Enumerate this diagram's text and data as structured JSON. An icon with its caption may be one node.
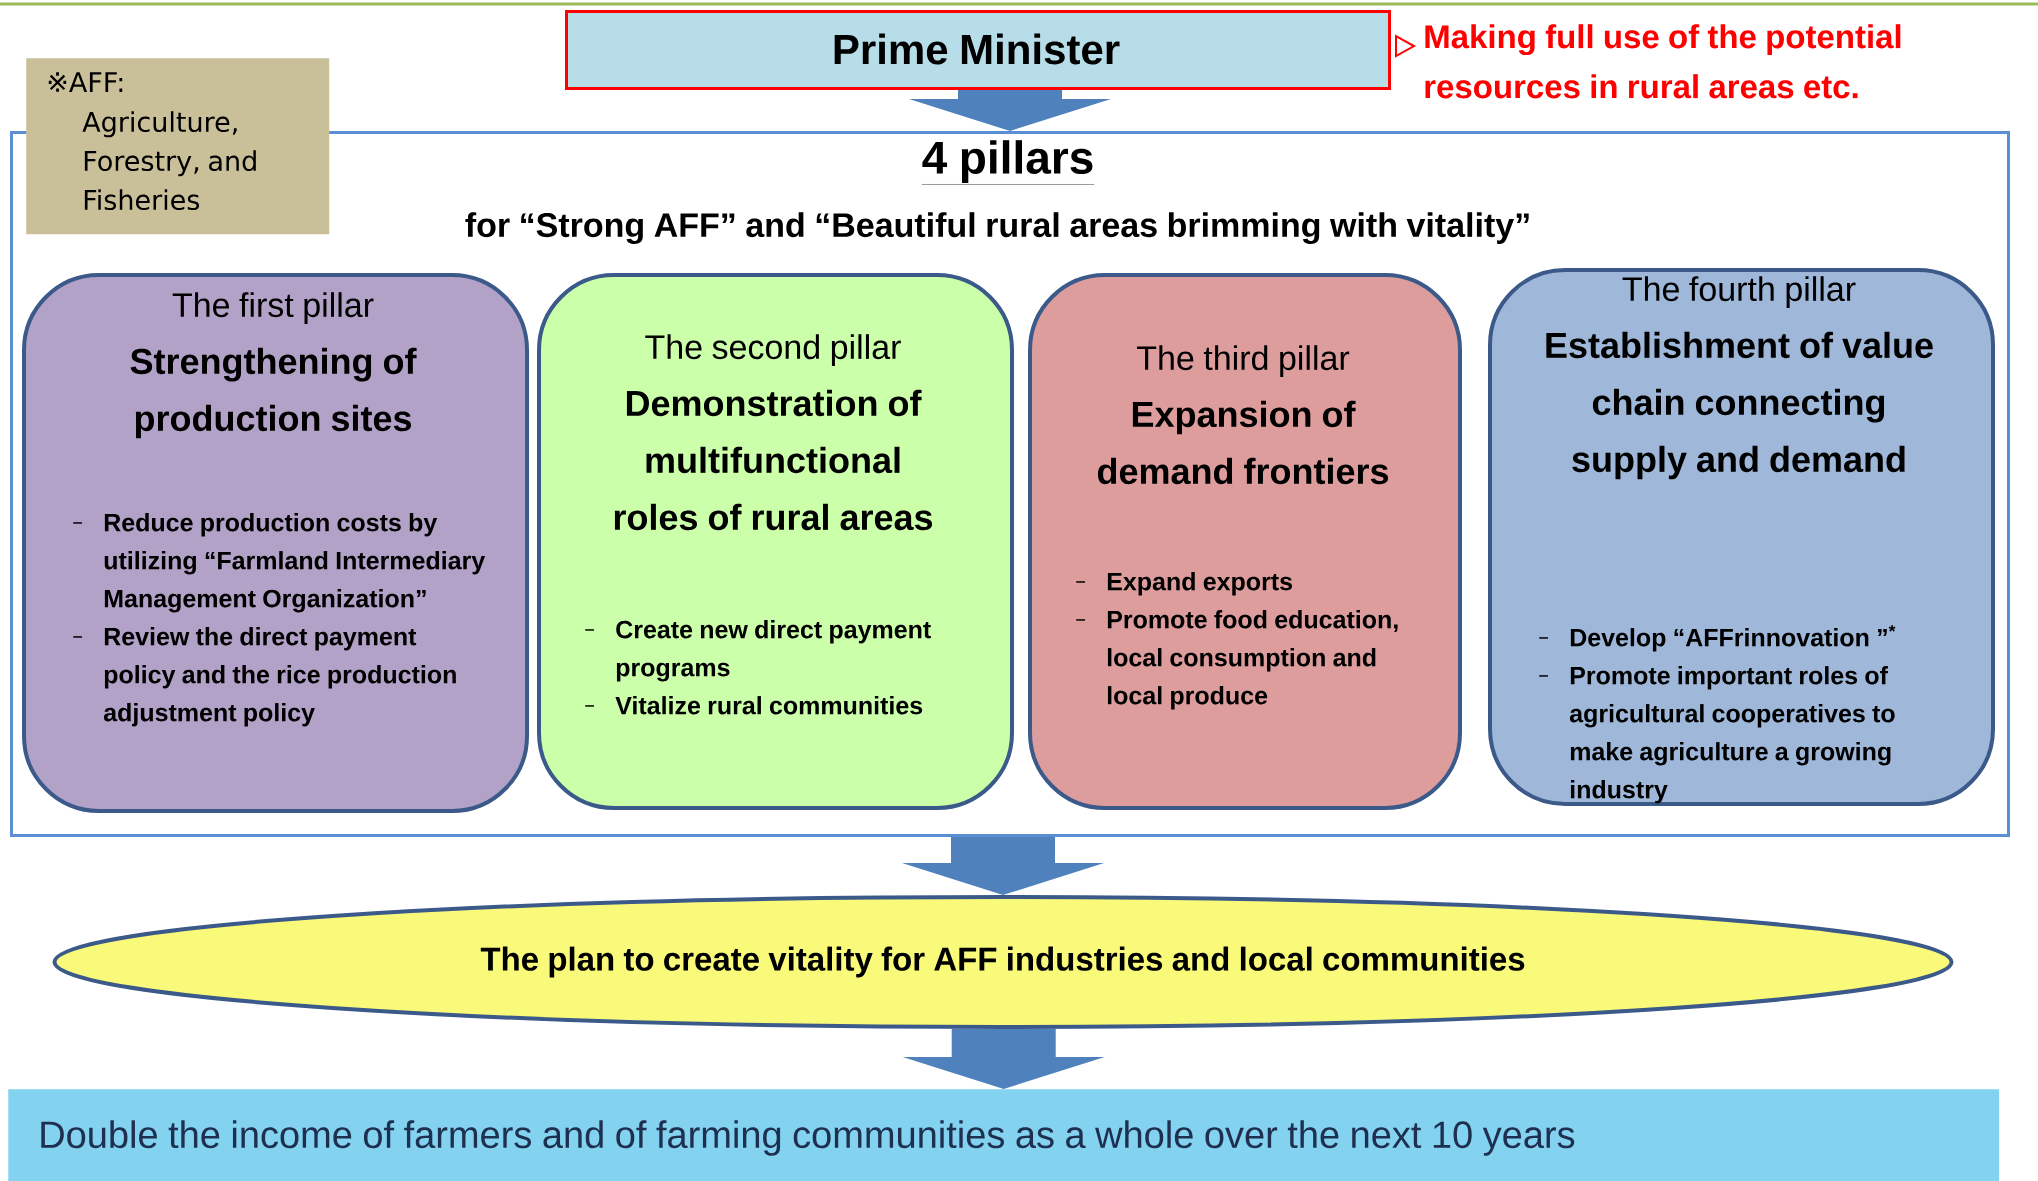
{
  "diagram": {
    "nodes": [
      {
        "text": [
          "※AFF:",
          "Agriculture, Forestry, and Fisheries"
        ]
      },
      {
        "text": [
          "Prime Minister"
        ],
        "beside": [
          "Making full use of the potential resources in rural areas  etc."
        ]
      },
      {
        "text": [
          "4 pillars",
          "for “Strong AFF” and “Beautiful rural areas brimming with  vitality”"
        ]
      },
      {
        "text": [
          "The first pillar",
          "Strengthening of production sites",
          "Reduce production costs by utilizing “Farmland Intermediary Management Organization”",
          "Review the direct payment policy and the rice production adjustment policy"
        ],
        "in": 2
      },
      {
        "text": [
          "The second  pillar",
          "Demonstration of multifunctional roles of rural areas",
          "Create new direct payment programs",
          "Vitalize rural communities"
        ],
        "in": 2
      },
      {
        "text": [
          "The third pillar",
          "Expansion of demand frontiers",
          "Expand exports",
          "Promote food education, local consumption and local produce"
        ],
        "in": 2
      },
      {
        "text": [
          "The fourth pillar",
          "Establishment of value chain connecting supply and demand",
          "Develop “AFFrinnovation ”$^{*}$",
          "Promote important roles of agricultural cooperatives to make agriculture a growing industry"
        ],
        "in": 2
      },
      {
        "text": [
          "The plan to create vitality for AFF industries and local communities"
        ]
      },
      {
        "text": [
          "Double the income of farmers and of farming communities as a whole over the next 10 years"
        ]
      }
    ],
    "edges": [
      {
        "from": 1,
        "to": 2,
        "arrow": "to"
      },
      {
        "from": 2,
        "to": 7,
        "arrow": "to"
      },
      {
        "from": 7,
        "to": 8,
        "arrow": "to"
      }
    ]
  }
}
